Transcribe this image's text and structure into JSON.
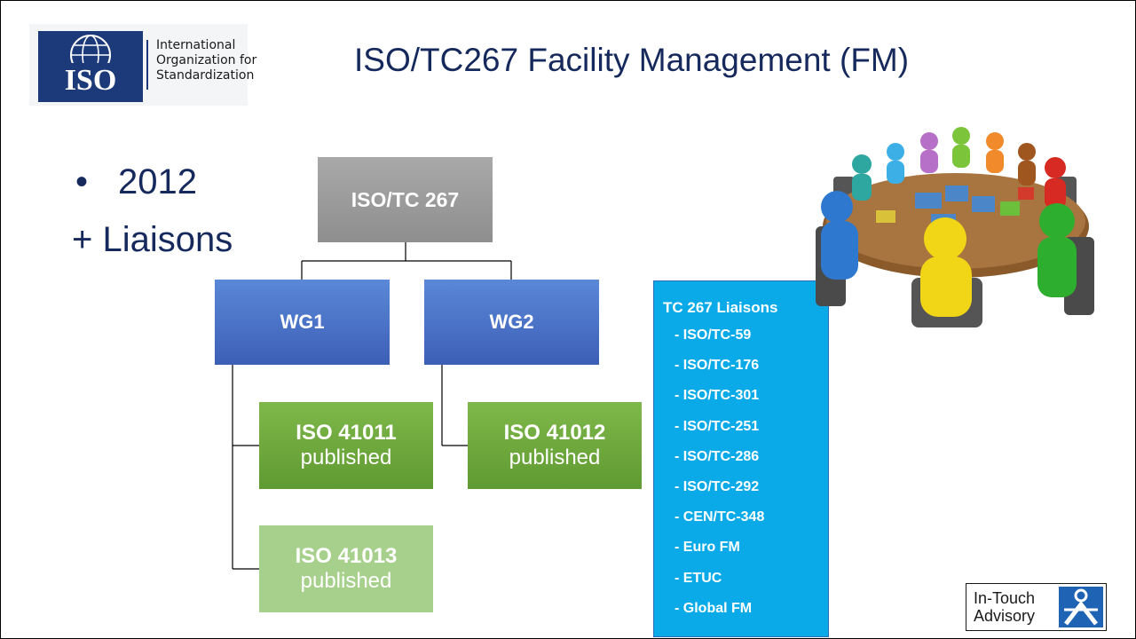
{
  "logo": {
    "mark": "ISO",
    "lines": [
      "International",
      "Organization for",
      "Standardization"
    ]
  },
  "title": "ISO/TC267 Facility Management (FM)",
  "bullets": {
    "symbol": "•",
    "year": "2012",
    "sub": "+ Liaisons"
  },
  "org": {
    "top": "ISO/TC 267",
    "wg1": "WG1",
    "wg2": "WG2",
    "standards": [
      {
        "code": "ISO 41011",
        "status": "published"
      },
      {
        "code": "ISO 41012",
        "status": "published"
      },
      {
        "code": "ISO 41013",
        "status": "published"
      }
    ]
  },
  "liaisons": {
    "heading": "TC 267 Liaisons",
    "items": [
      "- ISO/TC-59",
      "- ISO/TC-176",
      "- ISO/TC-301",
      "- ISO/TC-251",
      "- ISO/TC-286",
      "- ISO/TC-292",
      "- CEN/TC-348",
      "- Euro FM",
      "- ETUC",
      "- Global FM"
    ]
  },
  "badge": {
    "line1": "In-Touch",
    "line2": "Advisory"
  },
  "colors": {
    "title": "#16295c",
    "tc_box": "#999999",
    "wg_box": "#4a72c4",
    "std_box": "#6aa83c",
    "std_box_light": "#a8d08d",
    "liaison_box": "#0aaae8"
  }
}
